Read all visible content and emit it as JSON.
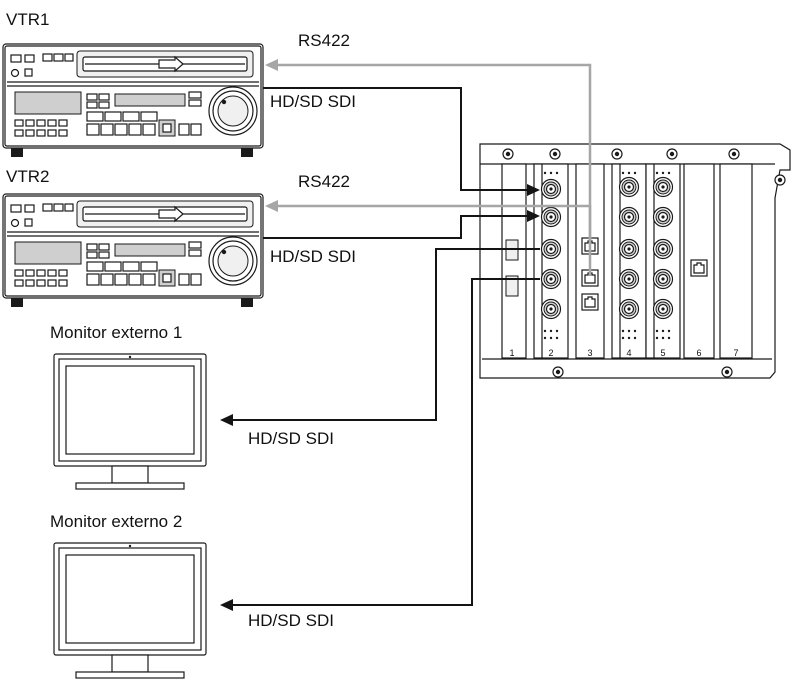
{
  "devices": {
    "vtr1_label": "VTR1",
    "vtr2_label": "VTR2",
    "monitor1_label": "Monitor externo 1",
    "monitor2_label": "Monitor externo 2"
  },
  "signals": {
    "vtr1_rs422": "RS422",
    "vtr1_sdi": "HD/SD SDI",
    "vtr2_rs422": "RS422",
    "vtr2_sdi": "HD/SD SDI",
    "monitor1_sdi": "HD/SD SDI",
    "monitor2_sdi": "HD/SD SDI"
  },
  "chassis": {
    "slot_numbers": [
      "1",
      "2",
      "3",
      "4",
      "5",
      "6",
      "7"
    ]
  },
  "colors": {
    "sdi_cable": "#141414",
    "rs422_cable": "#a6a6a6"
  },
  "icons": {
    "vtr": "vtr-deck-icon",
    "monitor": "monitor-icon",
    "chassis": "expansion-chassis-icon"
  }
}
